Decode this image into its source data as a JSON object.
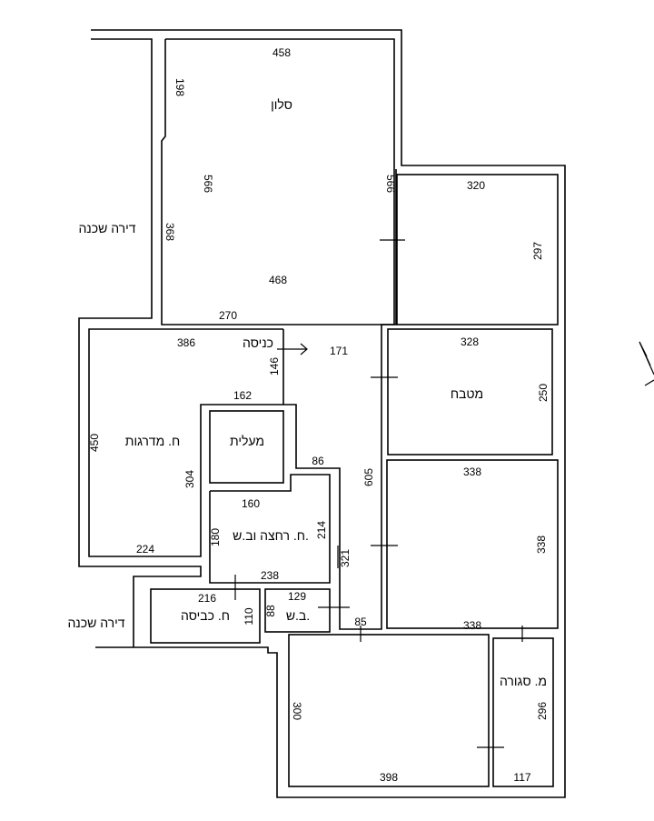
{
  "rooms": {
    "salon": "סלון",
    "kitchen": "מטבח",
    "stair_room": "ח. מדרגות",
    "elevator": "מעלית",
    "bath_room": "ח. רחצה וב.ש.",
    "laundry": "ח. כביסה",
    "toilet": "ב.ש.",
    "closed_balcony": "מ. סגורה",
    "entrance": "כניסה"
  },
  "neighbors": {
    "top": "דירה שכנה",
    "bottom": "דירה שכנה"
  },
  "dimensions": {
    "salon_top": "458",
    "salon_left_upper": "198",
    "salon_inner_left": "566",
    "salon_right": "566",
    "salon_left_lower": "368",
    "salon_middle": "468",
    "salon_bottom": "270",
    "room_ne_top": "320",
    "room_ne_right": "297",
    "kitchen_top": "328",
    "kitchen_right": "250",
    "stair_top": "386",
    "entrance_depth": "146",
    "hall_depth": "171",
    "elevator_top": "162",
    "stair_left": "450",
    "stair_inner": "304",
    "stair_bottom": "224",
    "corridor_step": "86",
    "corridor_length": "605",
    "bath_top": "160",
    "bath_left": "180",
    "bath_right": "214",
    "bath_bottom": "238",
    "corridor_width": "321",
    "bedroom_top": "338",
    "bedroom_right": "338",
    "bedroom_bottom": "338",
    "laundry_top": "216",
    "laundry_right": "110",
    "toilet_top": "129",
    "toilet_left": "88",
    "passage": "85",
    "room_sw_left": "300",
    "room_sw_bottom": "398",
    "balcony_right": "296",
    "balcony_bottom": "117"
  }
}
